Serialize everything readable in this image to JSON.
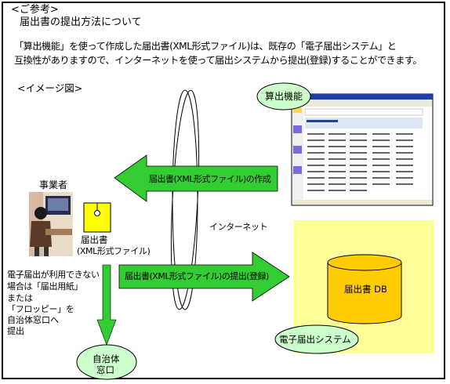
{
  "header": {
    "reference_label": "<ご参考>",
    "topic": "届出書の提出方法について"
  },
  "intro": {
    "line1": "「算出機能」を使って作成した届出書(XML形式ファイル)は、既存の「電子届出システム」と",
    "line2": "互換性がありますので、インターネットを使って届出システムから提出(登録)することができます。"
  },
  "image_label": "<イメージ図>",
  "nodes": {
    "calc_function": "算出機能",
    "business": "事業者",
    "notification_file_label": "届出書",
    "notification_file_format": "(XML形式ファイル)",
    "internet": "インターネット",
    "db": "届出書 DB",
    "e_notification_system": "電子届出システム",
    "local_gov_line1": "自治体",
    "local_gov_line2": "窓口"
  },
  "arrows": {
    "create": "届出書(XML形式ファイル)の作成",
    "submit": "届出書(XML形式ファイル)の提出(登録)"
  },
  "alt_note": {
    "line1": "電子届出が利用できない",
    "line2": "場合は「届出用紙」",
    "line3": "または",
    "line4": "「フロッピー」を",
    "line5": "自治体窓口へ",
    "line6": "提出"
  },
  "colors": {
    "arrow_green": "#33cc33",
    "oval_green": "#ccffcc",
    "system_bg": "#ffff99",
    "db_fill": "#ffcc00",
    "file_icon": "#ffff00"
  }
}
